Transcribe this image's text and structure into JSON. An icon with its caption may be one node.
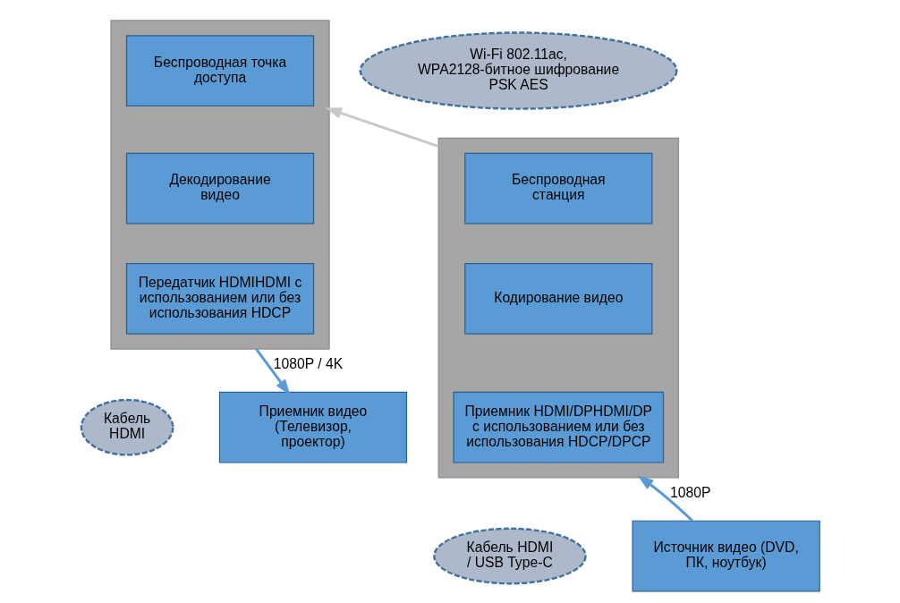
{
  "diagram": {
    "nodes": [
      {
        "text": [],
        "shape": "box"
      },
      {
        "text": [
          "Беспроводная точка доступа"
        ],
        "in": 0
      },
      {
        "text": [
          "Декодирование видео"
        ],
        "in": 0
      },
      {
        "text": [
          "Передатчик HDMIHDMI с использованием или без использования HDCP"
        ],
        "in": 0
      },
      {
        "text": [
          "Wi-Fi 802.11ac, WPA2128-битное шифрование PSK AES"
        ]
      },
      {
        "text": [],
        "shape": "box"
      },
      {
        "text": [
          "Беспроводная станция"
        ],
        "in": 5
      },
      {
        "text": [
          "Кодирование видео"
        ],
        "in": 5
      },
      {
        "text": [
          "Приемник HDMI/DPHDMI/DP с использованием или без использования HDCP/DPCP"
        ],
        "in": 5
      },
      {
        "text": [
          "Кабель HDMI"
        ]
      },
      {
        "text": [
          "Кабель HDMI / USB Type-C"
        ]
      },
      {
        "text": [
          "Приемник видео (Телевизор, проектор)"
        ]
      },
      {
        "text": [
          "Источник видео (DVD, ПК, ноутбук)"
        ]
      }
    ],
    "edges": [
      {
        "from": 5,
        "to": 0,
        "arrow": "to",
        "color": "#c8c8c8"
      },
      {
        "from": 0,
        "to": 11,
        "arrow": "to",
        "label": "1080P / 4K"
      },
      {
        "from": 12,
        "to": 5,
        "arrow": "to",
        "label": "1080P"
      }
    ]
  }
}
